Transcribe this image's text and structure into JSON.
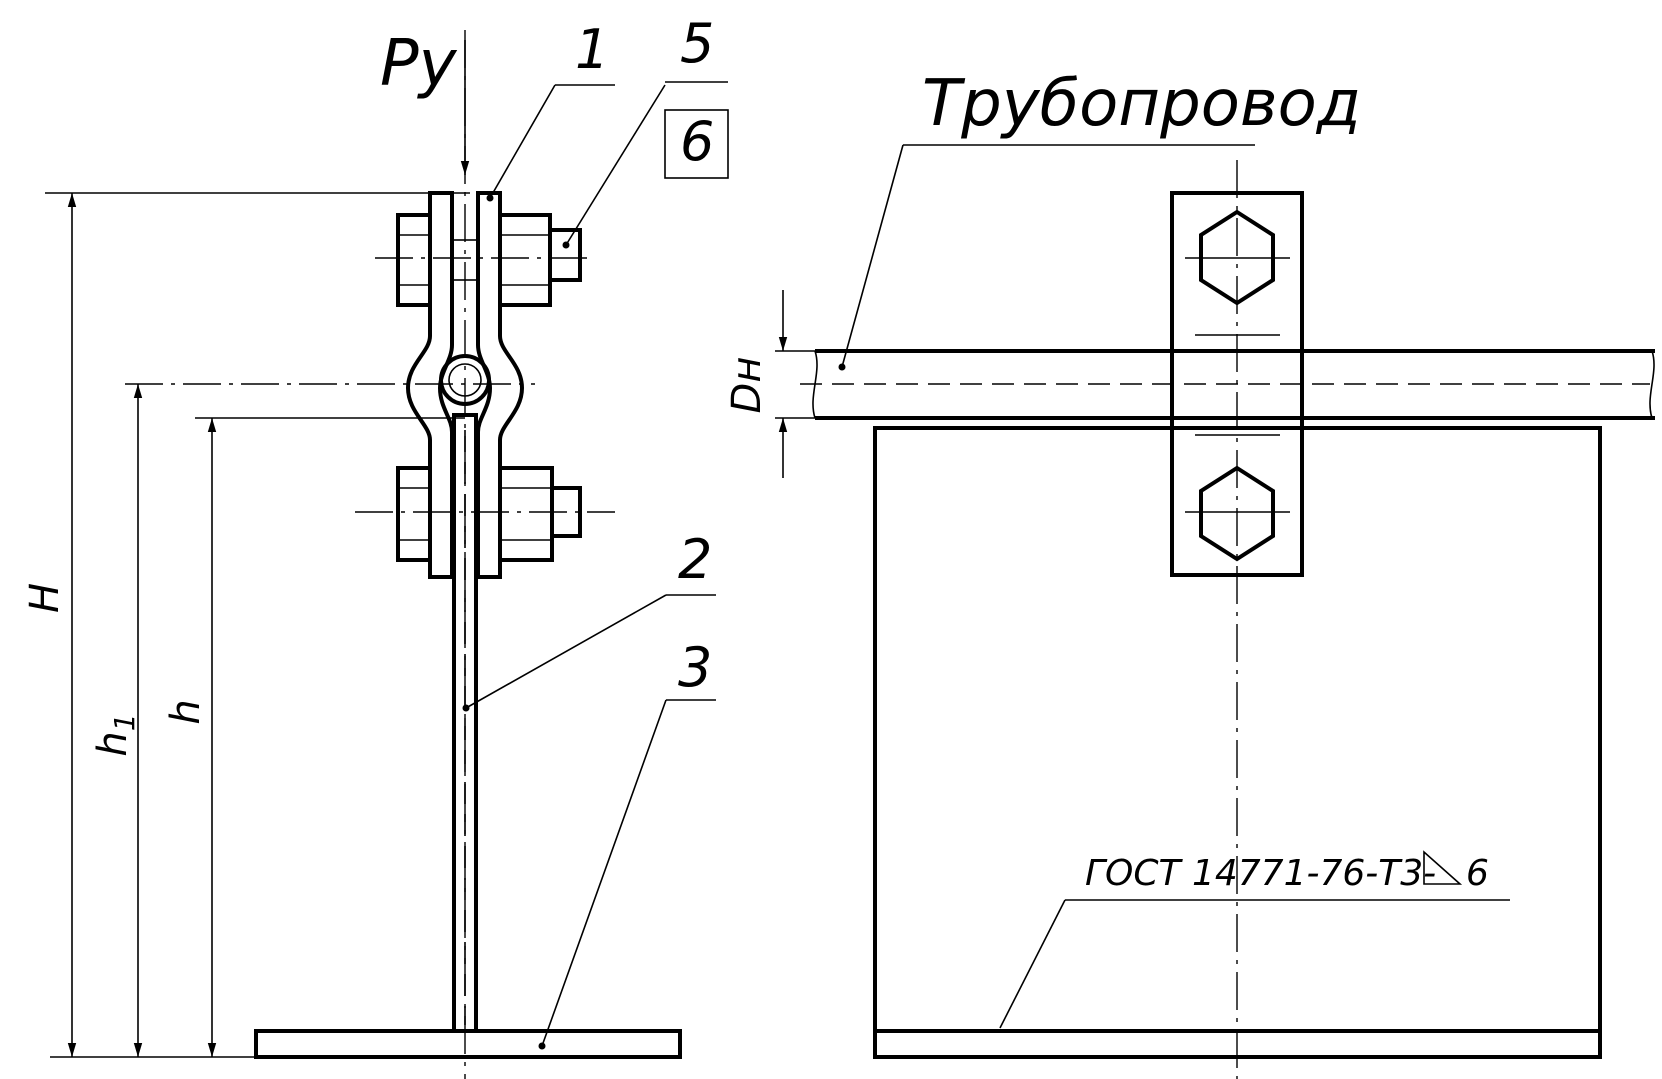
{
  "labels": {
    "load": "Ру",
    "part1": "1",
    "part2": "2",
    "part3": "3",
    "part5": "5",
    "part6": "6",
    "pipeline": "Трубопровод",
    "diameter": "Dн",
    "height_total": "H",
    "height_h1": "h",
    "height_h1_sub": "1",
    "height_h": "h",
    "weld_note": "ГОСТ 14771-76-Т3-",
    "weld_size": "6"
  }
}
